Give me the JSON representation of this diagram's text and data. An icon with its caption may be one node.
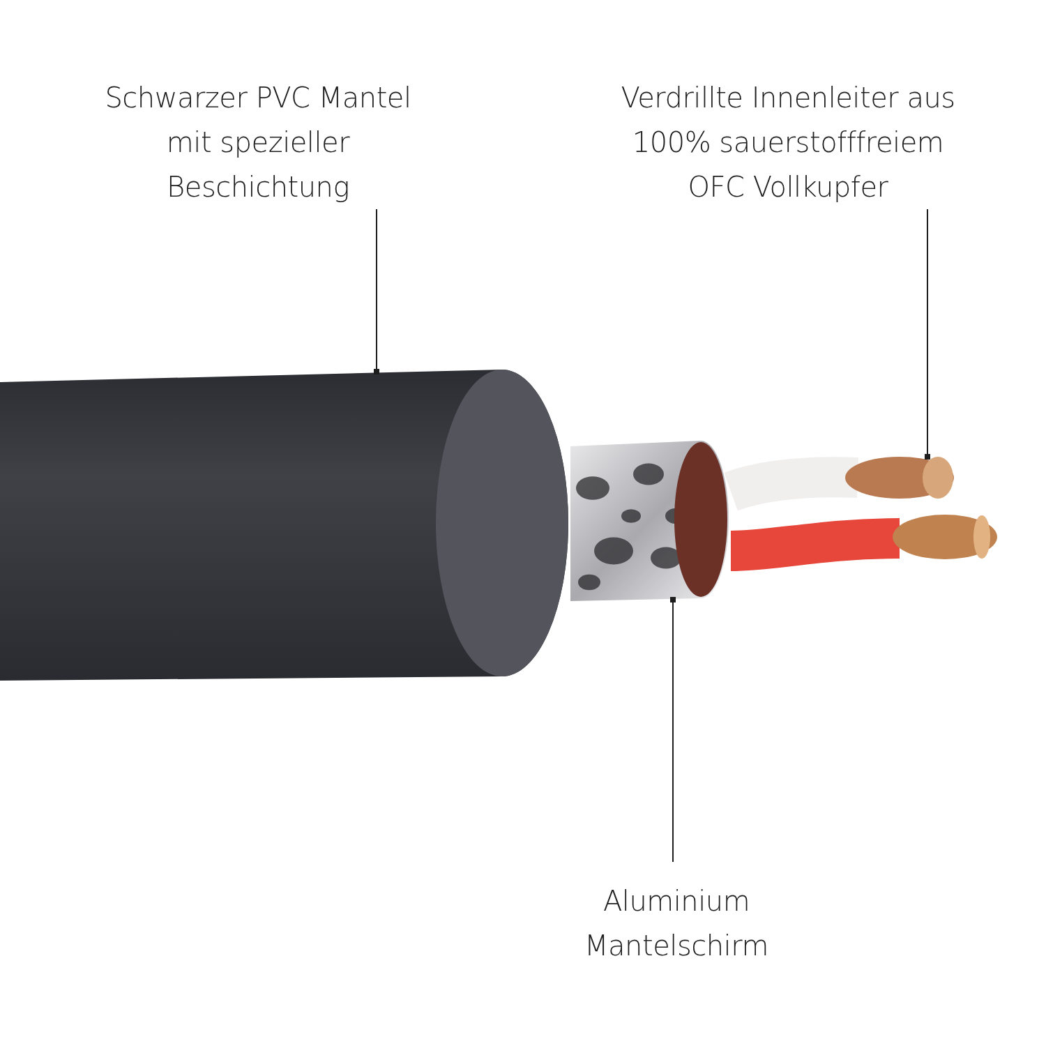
{
  "diagram": {
    "nodes": [
      {
        "text": [
          "Schwarzer PVC Mantel mit spezieller Beschichtung"
        ]
      },
      {
        "text": [
          "Verdrillte Innenleiter aus 100% sauerstofffreiem OFC Vollkupfer"
        ]
      },
      {
        "text": [
          "Aluminium Mantelschirm"
        ]
      },
      {
        "text": [],
        "shape": "picture"
      },
      {
        "text": [],
        "shape": "picture"
      },
      {
        "text": [],
        "shape": "picture"
      }
    ],
    "edges": [
      {
        "from": 0,
        "to": 3,
        "arrow": "other"
      },
      {
        "from": 1,
        "to": 4,
        "arrow": "other"
      },
      {
        "from": 2,
        "to": 5,
        "arrow": "other"
      }
    ]
  }
}
